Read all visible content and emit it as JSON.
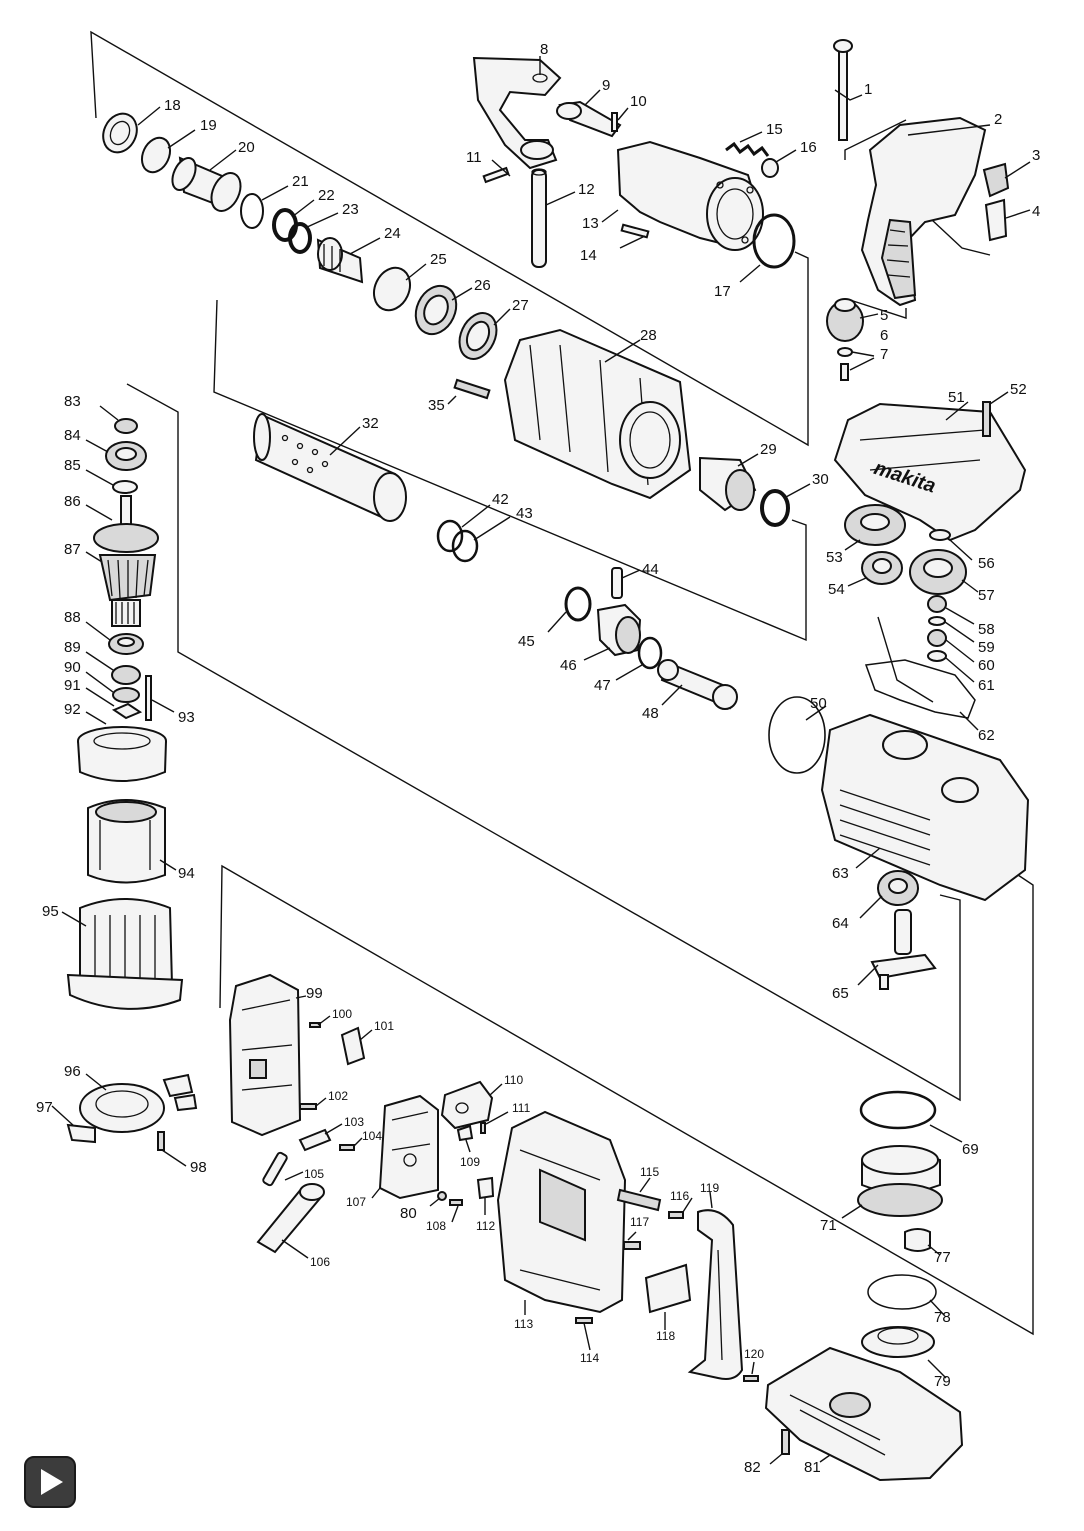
{
  "brand": "makita",
  "labels": {
    "p1": "1",
    "p2": "2",
    "p3": "3",
    "p4": "4",
    "p5": "5",
    "p6": "6",
    "p7": "7",
    "p8": "8",
    "p9": "9",
    "p10": "10",
    "p11": "11",
    "p12": "12",
    "p13": "13",
    "p14": "14",
    "p15": "15",
    "p16": "16",
    "p17": "17",
    "p18": "18",
    "p19": "19",
    "p20": "20",
    "p21": "21",
    "p22": "22",
    "p23": "23",
    "p24": "24",
    "p25": "25",
    "p26": "26",
    "p27": "27",
    "p28": "28",
    "p29": "29",
    "p30": "30",
    "p32": "32",
    "p35": "35",
    "p42": "42",
    "p43": "43",
    "p44": "44",
    "p45": "45",
    "p46": "46",
    "p47": "47",
    "p48": "48",
    "p50": "50",
    "p51": "51",
    "p52": "52",
    "p53": "53",
    "p54": "54",
    "p56": "56",
    "p57": "57",
    "p58": "58",
    "p59": "59",
    "p60": "60",
    "p61": "61",
    "p62": "62",
    "p63": "63",
    "p64": "64",
    "p65": "65",
    "p69": "69",
    "p71": "71",
    "p77": "77",
    "p78": "78",
    "p79": "79",
    "p80": "80",
    "p81": "81",
    "p82": "82",
    "p83": "83",
    "p84": "84",
    "p85": "85",
    "p86": "86",
    "p87": "87",
    "p88": "88",
    "p89": "89",
    "p90": "90",
    "p91": "91",
    "p92": "92",
    "p93": "93",
    "p94": "94",
    "p95": "95",
    "p96": "96",
    "p97": "97",
    "p98": "98",
    "p99": "99",
    "p100": "100",
    "p101": "101",
    "p102": "102",
    "p103": "103",
    "p104": "104",
    "p105": "105",
    "p106": "106",
    "p107": "107",
    "p108": "108",
    "p109": "109",
    "p110": "110",
    "p111": "111",
    "p112": "112",
    "p113": "113",
    "p114": "114",
    "p115": "115",
    "p116": "116",
    "p117": "117",
    "p118": "118",
    "p119": "119",
    "p120": "120"
  },
  "icons": {
    "next": "play-triangle-icon"
  }
}
